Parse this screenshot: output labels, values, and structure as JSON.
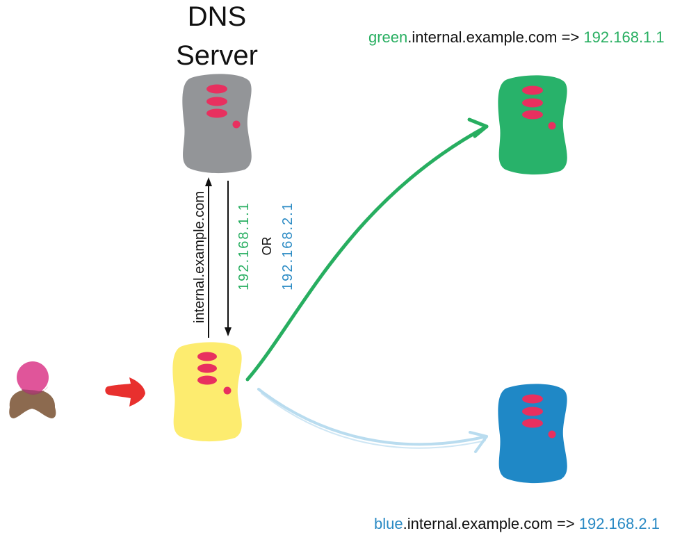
{
  "dns_server": {
    "title_line1": "DNS",
    "title_line2": "Server"
  },
  "records": {
    "green": {
      "subdomain": "green",
      "domain_suffix": ".internal.example.com => ",
      "ip": "192.168.1.1"
    },
    "blue": {
      "subdomain": "blue",
      "domain_suffix": ".internal.example.com => ",
      "ip": "192.168.2.1"
    }
  },
  "query": {
    "label": "internal.example.com"
  },
  "response": {
    "green_ip": "192.168.1.1",
    "or_label": "OR",
    "blue_ip": "192.168.2.1"
  },
  "colors": {
    "green": "#27ae60",
    "blue": "#2a8ac4",
    "dns_gray": "#939598",
    "client_yellow": "#fdec6f",
    "green_server": "#28b26a",
    "blue_server": "#1f88c6",
    "led_pink": "#e8305f",
    "user_head": "#e0559a",
    "user_body": "#8c6a4f",
    "request_arrow": "#e8302e",
    "blue_arrow": "#b9dcef",
    "text_dark": "#111111"
  },
  "icons": {
    "user": "user-icon",
    "request_arrow": "arrow-right-icon",
    "dns_server": "server-icon",
    "client_server": "server-icon",
    "green_server": "server-icon",
    "blue_server": "server-icon"
  }
}
